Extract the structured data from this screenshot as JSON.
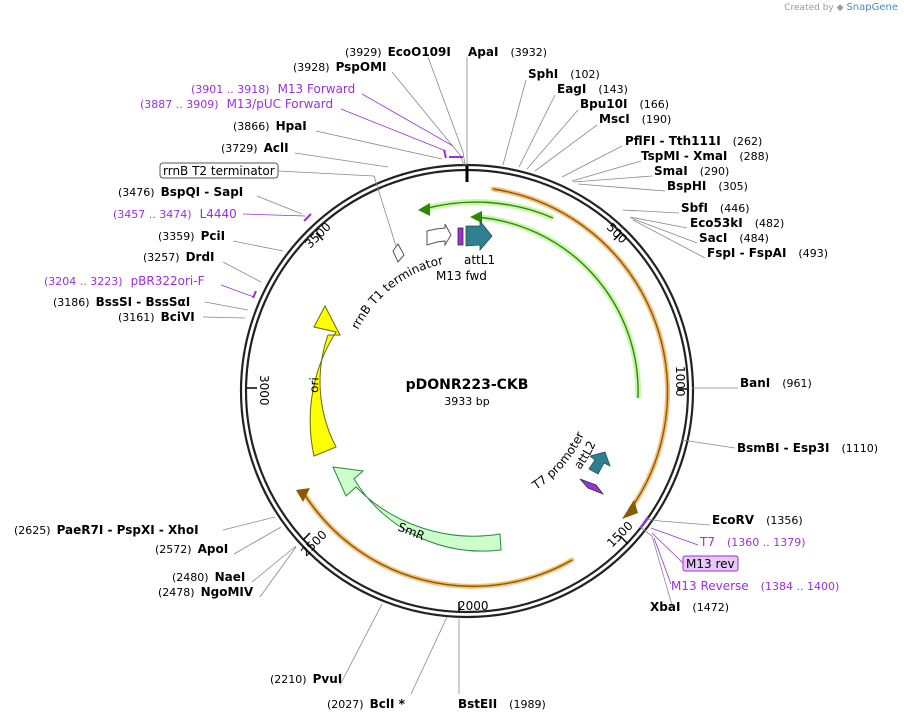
{
  "credit": {
    "created_by": "Created by",
    "brand": "SnapGene"
  },
  "plasmid": {
    "name": "pDONR223-CKB",
    "size_label": "3933 bp",
    "length": 3933
  },
  "colors": {
    "enzyme_text": "#000000",
    "feature_purple": "#9b30d9",
    "orange_arc": "#f4c07a",
    "green_arc": "#2e8b00",
    "ori_yellow": "#ffff00",
    "smr_green": "#ccffcc",
    "teal_arrow": "#2f7f8f"
  },
  "ticks": [
    "500",
    "1000",
    "1500",
    "2000",
    "2500",
    "3000",
    "3500"
  ],
  "enzymes": [
    {
      "name": "EcoO109I",
      "pos": "(3929)"
    },
    {
      "name": "PspOMI",
      "pos": "(3928)"
    },
    {
      "name": "ApaI",
      "pos": "(3932)"
    },
    {
      "name": "SphI",
      "pos": "(102)"
    },
    {
      "name": "EagI",
      "pos": "(143)"
    },
    {
      "name": "Bpu10I",
      "pos": "(166)"
    },
    {
      "name": "MscI",
      "pos": "(190)"
    },
    {
      "name": "PflFI - Tth111I",
      "pos": "(262)"
    },
    {
      "name": "TspMI - XmaI",
      "pos": "(288)"
    },
    {
      "name": "SmaI",
      "pos": "(290)"
    },
    {
      "name": "BspHI",
      "pos": "(305)"
    },
    {
      "name": "SbfI",
      "pos": "(446)"
    },
    {
      "name": "Eco53kI",
      "pos": "(482)"
    },
    {
      "name": "SacI",
      "pos": "(484)"
    },
    {
      "name": "FspI - FspAI",
      "pos": "(493)"
    },
    {
      "name": "BanI",
      "pos": "(961)"
    },
    {
      "name": "BsmBI - Esp3I",
      "pos": "(1110)"
    },
    {
      "name": "EcoRV",
      "pos": "(1356)"
    },
    {
      "name": "XbaI",
      "pos": "(1472)"
    },
    {
      "name": "BstEII",
      "pos": "(1989)"
    },
    {
      "name": "BclI *",
      "pos": "(2027)"
    },
    {
      "name": "PvuI",
      "pos": "(2210)"
    },
    {
      "name": "NgoMIV",
      "pos": "(2478)"
    },
    {
      "name": "NaeI",
      "pos": "(2480)"
    },
    {
      "name": "ApoI",
      "pos": "(2572)"
    },
    {
      "name": "PaeR7I - PspXI - XhoI",
      "pos": "(2625)"
    },
    {
      "name": "BciVI",
      "pos": "(3161)"
    },
    {
      "name": "BssSI - BssSαI",
      "pos": "(3186)"
    },
    {
      "name": "DrdI",
      "pos": "(3257)"
    },
    {
      "name": "PciI",
      "pos": "(3359)"
    },
    {
      "name": "BspQI - SapI",
      "pos": "(3476)"
    },
    {
      "name": "AclI",
      "pos": "(3729)"
    },
    {
      "name": "HpaI",
      "pos": "(3866)"
    }
  ],
  "primers": [
    {
      "name": "M13 Forward",
      "pos": "(3901 .. 3918)"
    },
    {
      "name": "M13/pUC Forward",
      "pos": "(3887 .. 3909)"
    },
    {
      "name": "L4440",
      "pos": "(3457 .. 3474)"
    },
    {
      "name": "pBR322ori-F",
      "pos": "(3204 .. 3223)"
    },
    {
      "name": "T7",
      "pos": "(1360 .. 1379)"
    },
    {
      "name": "M13 rev",
      "pos": ""
    },
    {
      "name": "M13 Reverse",
      "pos": "(1384 .. 1400)"
    }
  ],
  "features": {
    "rrnb_t2": "rrnB T2 terminator",
    "rrnb_t1": "rrnB T1 terminator",
    "m13_fwd": "M13 fwd",
    "attl1": "attL1",
    "attl2": "attL2",
    "t7_promoter": "T7 promoter",
    "ori": "ori",
    "smr": "SmR"
  }
}
